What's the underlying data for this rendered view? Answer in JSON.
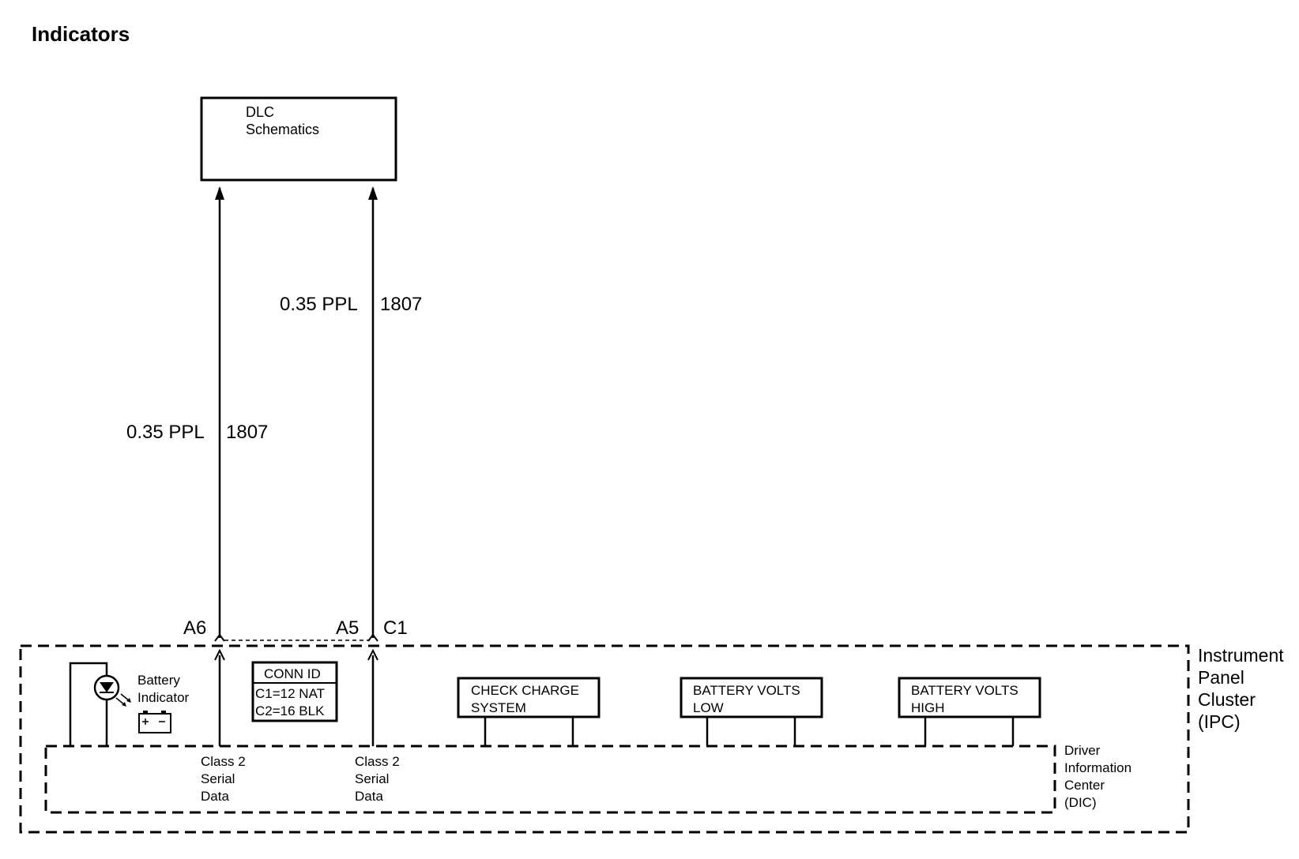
{
  "title": "Indicators",
  "dlc_box": {
    "line1": "DLC",
    "line2": "Schematics"
  },
  "wires": [
    {
      "gauge_color": "0.35 PPL",
      "circuit": "1807"
    },
    {
      "gauge_color": "0.35 PPL",
      "circuit": "1807"
    }
  ],
  "pins": {
    "a6": "A6",
    "a5": "A5",
    "c1": "C1"
  },
  "battery_indicator": {
    "line1": "Battery",
    "line2": "Indicator"
  },
  "conn_id": {
    "header": "CONN ID",
    "row1": "C1=12 NAT",
    "row2": "C2=16 BLK"
  },
  "serial_data": [
    {
      "line1": "Class 2",
      "line2": "Serial",
      "line3": "Data"
    },
    {
      "line1": "Class 2",
      "line2": "Serial",
      "line3": "Data"
    }
  ],
  "messages": [
    {
      "line1": "CHECK CHARGE",
      "line2": "SYSTEM"
    },
    {
      "line1": "BATTERY VOLTS",
      "line2": "LOW"
    },
    {
      "line1": "BATTERY VOLTS",
      "line2": "HIGH"
    }
  ],
  "dic_label": {
    "line1": "Driver",
    "line2": "Information",
    "line3": "Center",
    "line4": "(DIC)"
  },
  "ipc_label": {
    "line1": "Instrument",
    "line2": "Panel",
    "line3": "Cluster",
    "line4": "(IPC)"
  }
}
